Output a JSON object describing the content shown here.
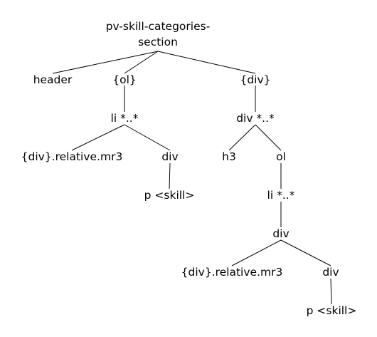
{
  "tree": {
    "nodes": [
      {
        "id": "root",
        "lines": [
          "pv-skill-categories-",
          "section"
        ]
      },
      {
        "id": "header",
        "lines": [
          "header"
        ]
      },
      {
        "id": "ol1",
        "lines": [
          "{ol}"
        ]
      },
      {
        "id": "div1",
        "lines": [
          "{div}"
        ]
      },
      {
        "id": "li1",
        "lines": [
          "li *..*"
        ]
      },
      {
        "id": "div2",
        "lines": [
          "div *..*"
        ]
      },
      {
        "id": "divrel1",
        "lines": [
          "{div}.relative.mr3"
        ]
      },
      {
        "id": "div3",
        "lines": [
          "div"
        ]
      },
      {
        "id": "h3",
        "lines": [
          "h3"
        ]
      },
      {
        "id": "ol2",
        "lines": [
          "ol"
        ]
      },
      {
        "id": "p1",
        "lines": [
          "p <skill>"
        ]
      },
      {
        "id": "li2",
        "lines": [
          "li *..*"
        ]
      },
      {
        "id": "div4",
        "lines": [
          "div"
        ]
      },
      {
        "id": "divrel2",
        "lines": [
          "{div}.relative.mr3"
        ]
      },
      {
        "id": "div5",
        "lines": [
          "div"
        ]
      },
      {
        "id": "p2",
        "lines": [
          "p <skill>"
        ]
      }
    ],
    "edges": [
      [
        "root",
        "header"
      ],
      [
        "root",
        "ol1"
      ],
      [
        "root",
        "div1"
      ],
      [
        "ol1",
        "li1"
      ],
      [
        "div1",
        "div2"
      ],
      [
        "li1",
        "divrel1"
      ],
      [
        "li1",
        "div3"
      ],
      [
        "div2",
        "h3"
      ],
      [
        "div2",
        "ol2"
      ],
      [
        "div3",
        "p1"
      ],
      [
        "ol2",
        "li2"
      ],
      [
        "li2",
        "div4"
      ],
      [
        "div4",
        "divrel2"
      ],
      [
        "div4",
        "div5"
      ],
      [
        "div5",
        "p2"
      ]
    ]
  }
}
